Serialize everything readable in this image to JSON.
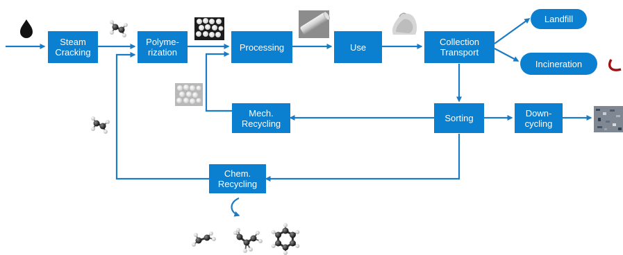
{
  "nodes": {
    "steam_cracking": "Steam\nCracking",
    "polymerization": "Polyme-\nrization",
    "processing": "Processing",
    "use": "Use",
    "collection_transport": "Collection\nTransport",
    "landfill": "Landfill",
    "incineration": "Incineration",
    "sorting": "Sorting",
    "mech_recycling": "Mech.\nRecycling",
    "downcycling": "Down-\ncycling",
    "chem_recycling": "Chem.\nRecycling"
  },
  "colors": {
    "box": "#0b7fd0",
    "arrow": "#1b7ac4",
    "box_text": "#ffffff",
    "incineration_flame": "#a01010"
  },
  "icons": {
    "oil_drop": "oil-drop-icon",
    "ethylene_molecule": "ethylene-molecule-icon",
    "propylene_molecule": "propylene-molecule-icon",
    "benzene_molecule": "benzene-molecule-icon",
    "pellets_dark": "pellets-photo-dark",
    "pellets_light": "pellets-photo-light",
    "film_roll": "film-roll-photo",
    "plastic_bag": "plastic-bag-photo",
    "shredded_flakes": "shredded-flakes-photo"
  }
}
